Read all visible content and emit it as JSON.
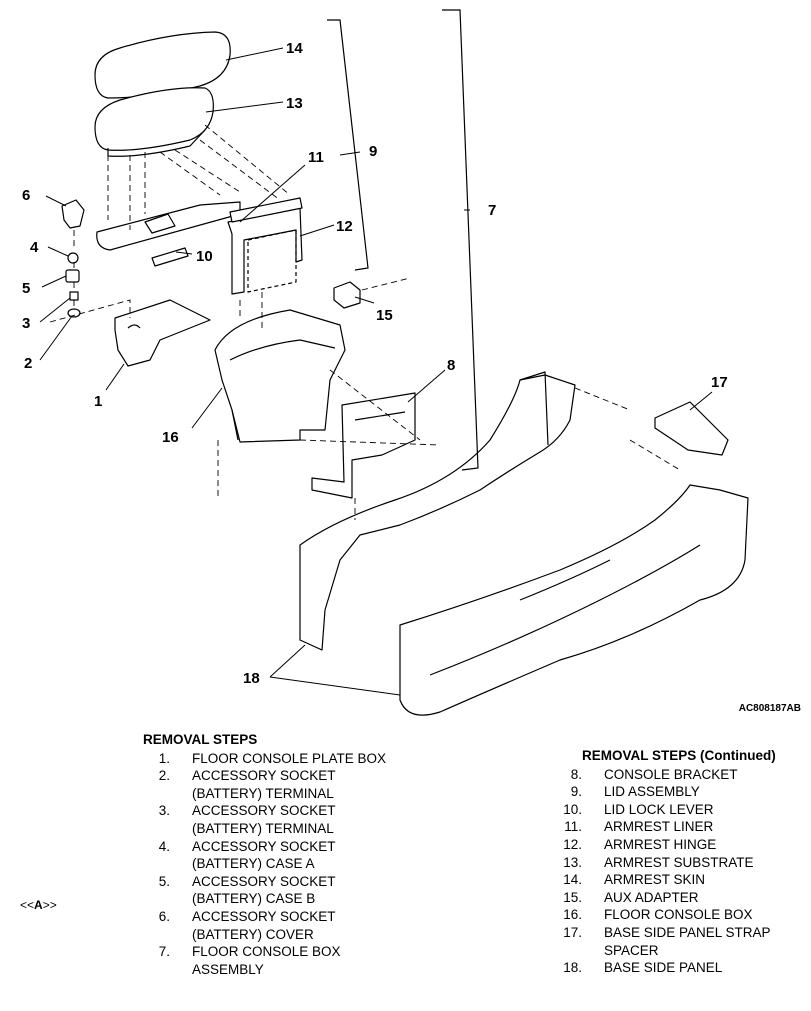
{
  "figure_code": "AC808187AB",
  "callouts": [
    "1",
    "2",
    "3",
    "4",
    "5",
    "6",
    "7",
    "8",
    "9",
    "10",
    "11",
    "12",
    "13",
    "14",
    "15",
    "16",
    "17",
    "18"
  ],
  "removal_steps": {
    "heading": "REMOVAL STEPS",
    "items": [
      {
        "num": "1.",
        "lines": [
          "FLOOR CONSOLE PLATE BOX"
        ]
      },
      {
        "num": "2.",
        "lines": [
          "ACCESSORY SOCKET",
          "(BATTERY) TERMINAL"
        ]
      },
      {
        "num": "3.",
        "lines": [
          "ACCESSORY SOCKET",
          "(BATTERY) TERMINAL"
        ]
      },
      {
        "num": "4.",
        "lines": [
          "ACCESSORY SOCKET",
          "(BATTERY) CASE A"
        ]
      },
      {
        "num": "5.",
        "lines": [
          "ACCESSORY SOCKET",
          "(BATTERY) CASE B"
        ]
      },
      {
        "num": "6.",
        "lines": [
          "ACCESSORY SOCKET",
          "(BATTERY) COVER"
        ]
      },
      {
        "num": "7.",
        "lines": [
          "FLOOR CONSOLE BOX",
          "ASSEMBLY"
        ]
      }
    ]
  },
  "removal_steps_continued": {
    "heading": "REMOVAL STEPS (Continued)",
    "items": [
      {
        "num": "8.",
        "lines": [
          "CONSOLE BRACKET"
        ]
      },
      {
        "num": "9.",
        "lines": [
          "LID ASSEMBLY"
        ]
      },
      {
        "num": "10.",
        "lines": [
          "LID LOCK LEVER"
        ]
      },
      {
        "num": "11.",
        "lines": [
          "ARMREST LINER"
        ]
      },
      {
        "num": "12.",
        "lines": [
          "ARMREST HINGE"
        ]
      },
      {
        "num": "13.",
        "lines": [
          "ARMREST SUBSTRATE"
        ]
      },
      {
        "num": "14.",
        "lines": [
          "ARMREST SKIN"
        ]
      },
      {
        "num": "15.",
        "lines": [
          "AUX ADAPTER"
        ]
      },
      {
        "num": "16.",
        "lines": [
          "FLOOR CONSOLE BOX"
        ]
      },
      {
        "num": "17.",
        "lines": [
          "BASE SIDE PANEL STRAP",
          "SPACER"
        ]
      },
      {
        "num": "18.",
        "lines": [
          "BASE SIDE PANEL"
        ]
      }
    ]
  },
  "step_marker": {
    "open": "<<",
    "letter": "A",
    "close": ">>"
  }
}
